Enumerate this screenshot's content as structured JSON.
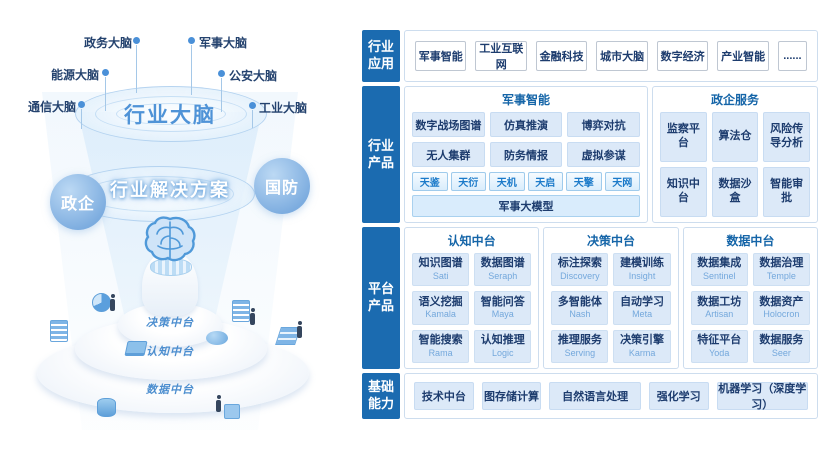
{
  "colors": {
    "sidebar_blue": "#1b6bb0",
    "accent_blue": "#1b7ac9",
    "text_navy": "#1d3c6e",
    "card_fill": "#dce9f8"
  },
  "matrix": {
    "apps": {
      "side": "行业应用",
      "items": [
        "军事智能",
        "工业互联网",
        "金融科技",
        "城市大脑",
        "数字经济",
        "产业智能",
        "......"
      ]
    },
    "products": {
      "side": "行业产品",
      "military": {
        "title": "军事智能",
        "items": [
          "数字战场图谱",
          "仿真推演",
          "博弈对抗",
          "无人集群",
          "防务情报",
          "虚拟参谋"
        ],
        "series": [
          "天鉴",
          "天衍",
          "天机",
          "天启",
          "天擎",
          "天网"
        ],
        "model": "军事大模型"
      },
      "gov": {
        "title": "政企服务",
        "items": [
          "监察平台",
          "算法仓",
          "风险传导分析",
          "知识中台",
          "数据沙盒",
          "智能审批"
        ]
      }
    },
    "platform": {
      "side": "平台产品",
      "groups": [
        {
          "title": "认知中台",
          "cards": [
            {
              "zh": "知识图谱",
              "en": "Sati"
            },
            {
              "zh": "数据图谱",
              "en": "Seraph"
            },
            {
              "zh": "语义挖掘",
              "en": "Kamala"
            },
            {
              "zh": "智能问答",
              "en": "Maya"
            },
            {
              "zh": "智能搜索",
              "en": "Rama"
            },
            {
              "zh": "认知推理",
              "en": "Logic"
            }
          ]
        },
        {
          "title": "决策中台",
          "cards": [
            {
              "zh": "标注探索",
              "en": "Discovery"
            },
            {
              "zh": "建模训练",
              "en": "Insight"
            },
            {
              "zh": "多智能体",
              "en": "Nash"
            },
            {
              "zh": "自动学习",
              "en": "Meta"
            },
            {
              "zh": "推理服务",
              "en": "Serving"
            },
            {
              "zh": "决策引擎",
              "en": "Karma"
            }
          ]
        },
        {
          "title": "数据中台",
          "cards": [
            {
              "zh": "数据集成",
              "en": "Sentinel"
            },
            {
              "zh": "数据治理",
              "en": "Temple"
            },
            {
              "zh": "数据工坊",
              "en": "Artisan"
            },
            {
              "zh": "数据资产",
              "en": "Holocron"
            },
            {
              "zh": "特征平台",
              "en": "Yoda"
            },
            {
              "zh": "数据服务",
              "en": "Seer"
            }
          ]
        }
      ]
    },
    "base": {
      "side": "基础能力",
      "items": [
        "技术中台",
        "图存储计算",
        "自然语言处理",
        "强化学习",
        "机器学习（深度学习）"
      ]
    }
  },
  "diagram": {
    "funnel_top": "行业大脑",
    "solution": "行业解决方案",
    "bubble_left": "政企",
    "bubble_right": "国防",
    "brains": [
      "政务大脑",
      "军事大脑",
      "能源大脑",
      "公安大脑",
      "通信大脑",
      "工业大脑"
    ],
    "tiers": [
      "决策中台",
      "认知中台",
      "数据中台"
    ]
  }
}
